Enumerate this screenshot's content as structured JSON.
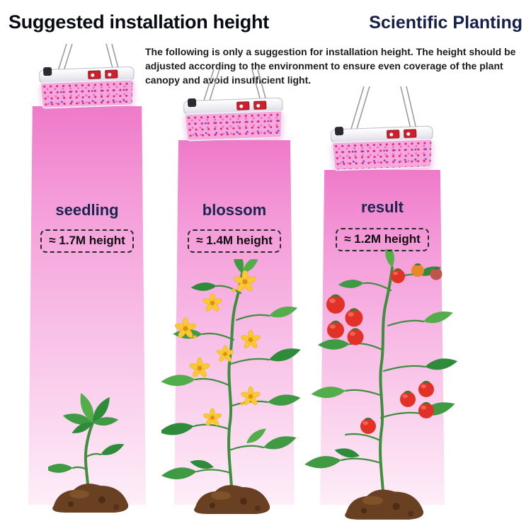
{
  "header": {
    "title_left": "Suggested installation height",
    "title_right": "Scientific Planting",
    "description": "The following is only a suggestion for installation height. The height should be adjusted according to the environment to ensure even coverage of the plant canopy and avoid insufficient light."
  },
  "columns": [
    {
      "stage": "seedling",
      "height_label": "≈ 1.7M height"
    },
    {
      "stage": "blossom",
      "height_label": "≈ 1.4M height"
    },
    {
      "stage": "result",
      "height_label": "≈ 1.2M height"
    }
  ],
  "colors": {
    "beam_pink_top": "#ef7ac9",
    "beam_pink_bottom": "#fdeef8",
    "stage_label_navy": "#1c2550",
    "title_color": "#0b0b16",
    "switch_red": "#cf1f2d",
    "soil_brown": "#6a4023",
    "leaf_green": "#3f9a43",
    "tomato_red": "#e23227",
    "flower_yellow": "#f9c832"
  }
}
